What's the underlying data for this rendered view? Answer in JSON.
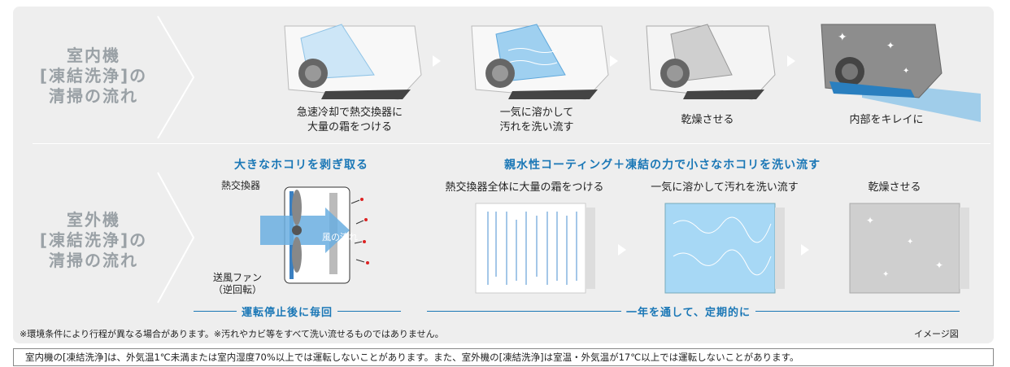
{
  "indoor": {
    "title": "室内機\n[凍結洗浄]の\n清掃の流れ",
    "steps": [
      {
        "caption": "急速冷却で熱交換器に\n大量の霜をつける"
      },
      {
        "caption": "一気に溶かして\n汚れを洗い流す"
      },
      {
        "caption": "乾燥させる"
      },
      {
        "caption": "内部をキレイに"
      }
    ]
  },
  "outdoor": {
    "title": "室外機\n[凍結洗浄]の\n清掃の流れ",
    "left_heading": "大きなホコリを剥ぎ取る",
    "right_heading": "親水性コーティング＋凍結の力で小さなホコリを洗い流す",
    "diagram_labels": {
      "heat_exchanger": "熱交換器",
      "fan": "送風ファン\n（逆回転）",
      "wind": "風の流れ"
    },
    "steps": [
      {
        "caption": "熱交換器全体に大量の霜をつける"
      },
      {
        "caption": "一気に溶かして汚れを洗い流す"
      },
      {
        "caption": "乾燥させる"
      }
    ],
    "timeline_left": "運転停止後に毎回",
    "timeline_right": "一年を通して、定期的に"
  },
  "notes": {
    "disclaimer": "※環境条件により行程が異なる場合があります。※汚れやカビ等をすべて洗い流せるものではありません。",
    "image_note": "イメージ図"
  },
  "footer": "室内機の[凍結洗浄]は、外気温1℃未満または室内湿度70%以上では運転しないことがあります。また、室外機の[凍結洗浄]は室温・外気温が17℃以上では運転しないことがあります。",
  "colors": {
    "accent": "#1a77b6",
    "title_gray": "#9aa1a6",
    "panel": "#eeeeee"
  }
}
